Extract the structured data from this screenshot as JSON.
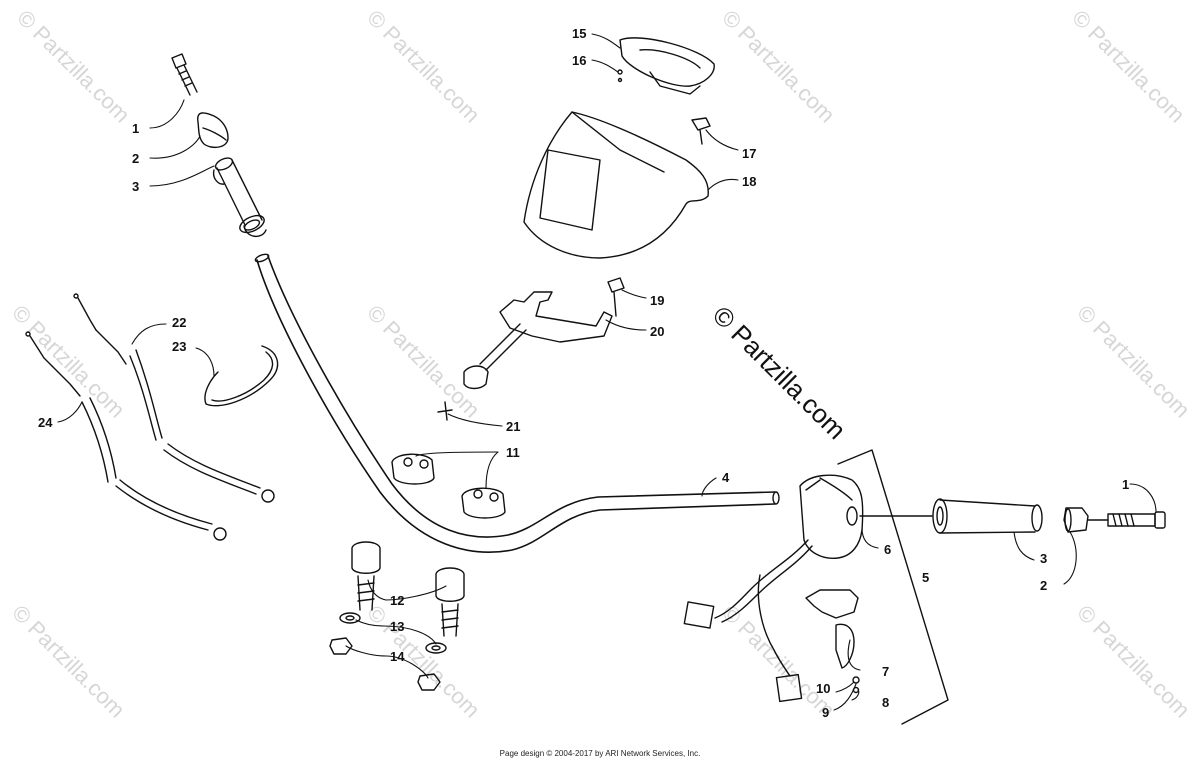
{
  "watermark": {
    "repeat_text": "© Partzilla.com",
    "center_text": "© Partzilla.com"
  },
  "footer": {
    "text": "Page design © 2004-2017 by ARI Network Services, Inc."
  },
  "callouts": [
    "1",
    "2",
    "3",
    "4",
    "5",
    "6",
    "7",
    "8",
    "9",
    "10",
    "11",
    "12",
    "13",
    "14",
    "15",
    "16",
    "17",
    "18",
    "19",
    "20",
    "21",
    "22",
    "23",
    "24"
  ]
}
